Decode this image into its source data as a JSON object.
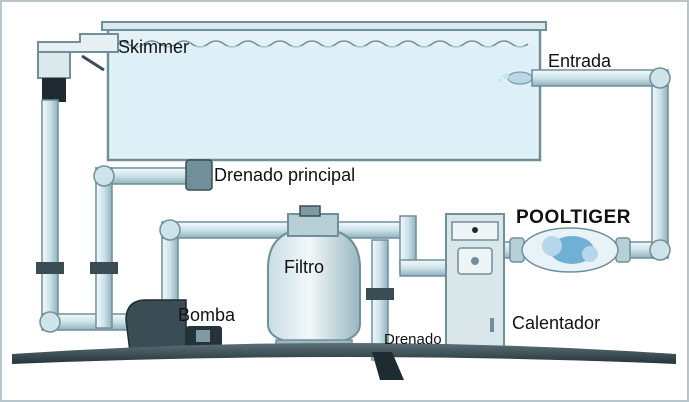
{
  "labels": {
    "skimmer": "Skimmer",
    "entrada": "Entrada",
    "drenado_principal": "Drenado principal",
    "filtro": "Filtro",
    "bomba": "Bomba",
    "drenado": "Drenado",
    "calentador": "Calentador"
  },
  "brand": {
    "name": "POOLTIGER"
  },
  "colors": {
    "pipe": "#cfe3ea",
    "pipe_edge": "#6f8f9a",
    "water": "#d8eef6",
    "ground": "#3c4f58"
  }
}
